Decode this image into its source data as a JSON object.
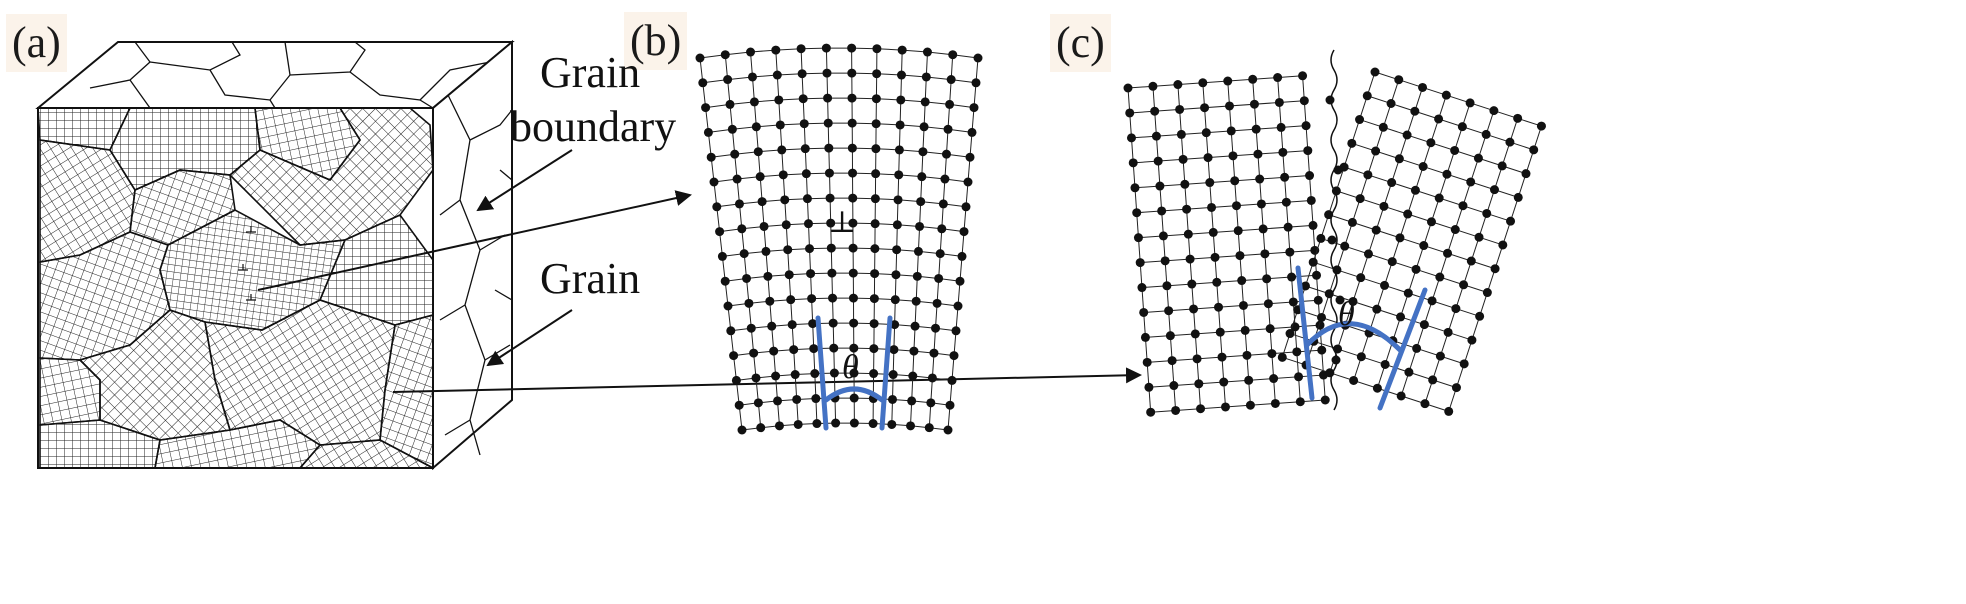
{
  "panels": {
    "a": {
      "tag": "(a)"
    },
    "b": {
      "tag": "(b)"
    },
    "c": {
      "tag": "(c)"
    }
  },
  "callouts": {
    "grain_boundary_line1": "Grain",
    "grain_boundary_line2": "boundary",
    "grain": "Grain"
  },
  "symbols": {
    "dislocation": "⊥",
    "angle_b": "θ",
    "angle_c": "θ"
  },
  "colors": {
    "ink": "#111111",
    "highlight": "#4472c4",
    "tag_bg": "#fbf3ea"
  }
}
